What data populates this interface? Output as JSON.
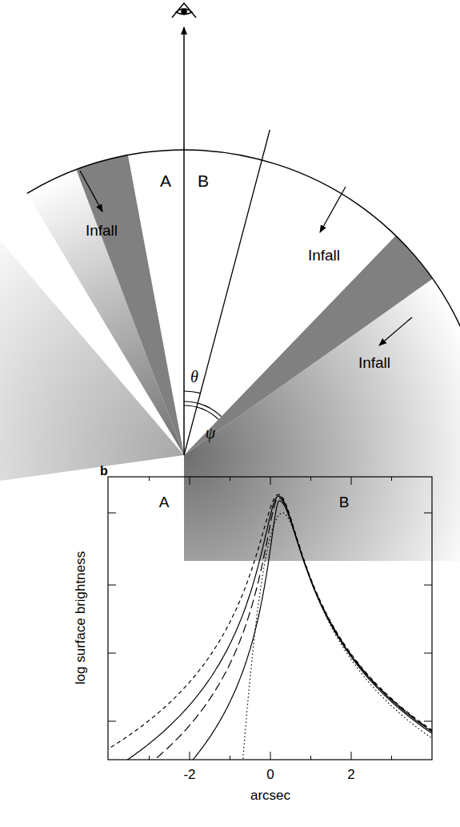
{
  "diagram": {
    "labels": [
      "A",
      "B",
      "θ",
      "ψ",
      "Infall",
      "Infall",
      "Infall",
      "b",
      "A",
      "B",
      "log surface brightness",
      "arcsec",
      "-2",
      "0",
      "2"
    ]
  }
}
